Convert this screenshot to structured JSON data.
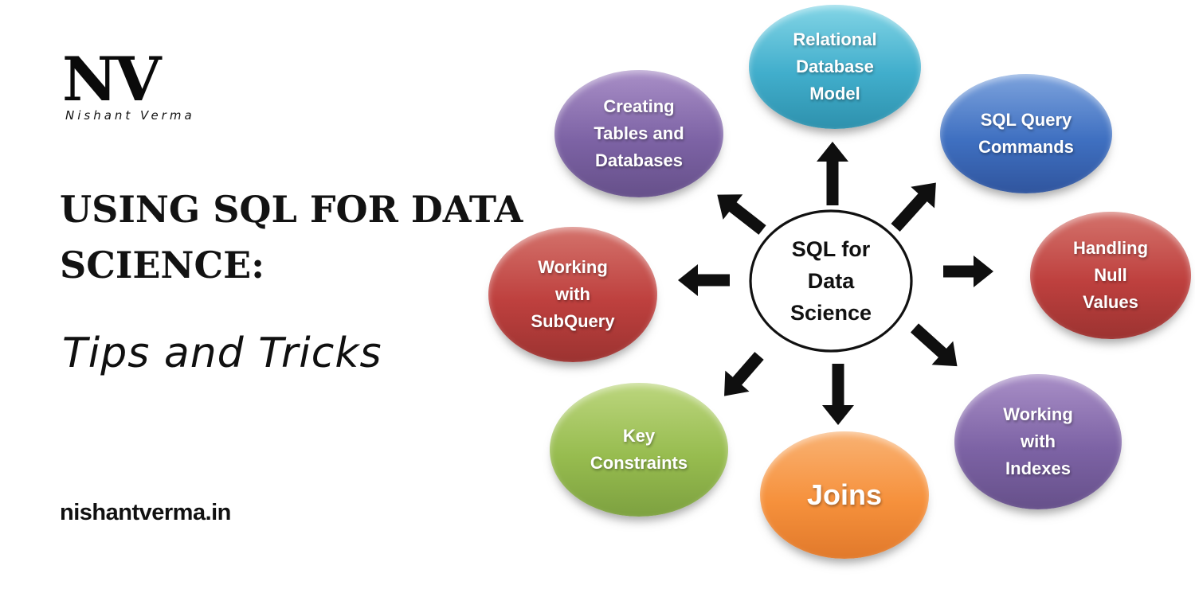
{
  "branding": {
    "logo_text": "NV",
    "logo_name": "Nishant Verma",
    "website": "nishantverma.in"
  },
  "title": {
    "heading": "USING SQL FOR DATA\nSCIENCE:",
    "subheading": "Tips and Tricks"
  },
  "diagram": {
    "center_label": "SQL for\nData\nScience",
    "arrow_color": "#0f0f0f",
    "center_fill": "#ffffff",
    "center_stroke": "#111111",
    "nodes": [
      {
        "id": "relational-database-model",
        "label": "Relational\nDatabase\nModel",
        "color": "#41AECC"
      },
      {
        "id": "sql-query-commands",
        "label": "SQL Query\nCommands",
        "color": "#3F70C1"
      },
      {
        "id": "handling-null-values",
        "label": "Handling\nNull\nValues",
        "color": "#BE403E"
      },
      {
        "id": "working-with-indexes",
        "label": "Working\nwith\nIndexes",
        "color": "#7D63A5"
      },
      {
        "id": "joins",
        "label": "Joins",
        "color": "#F6913C"
      },
      {
        "id": "key-constraints",
        "label": "Key\nConstraints",
        "color": "#97BC4F"
      },
      {
        "id": "working-with-subquery",
        "label": "Working\nwith\nSubQuery",
        "color": "#BE403E"
      },
      {
        "id": "creating-tables-and-databases",
        "label": "Creating\nTables and\nDatabases",
        "color": "#7D63A5"
      }
    ]
  }
}
